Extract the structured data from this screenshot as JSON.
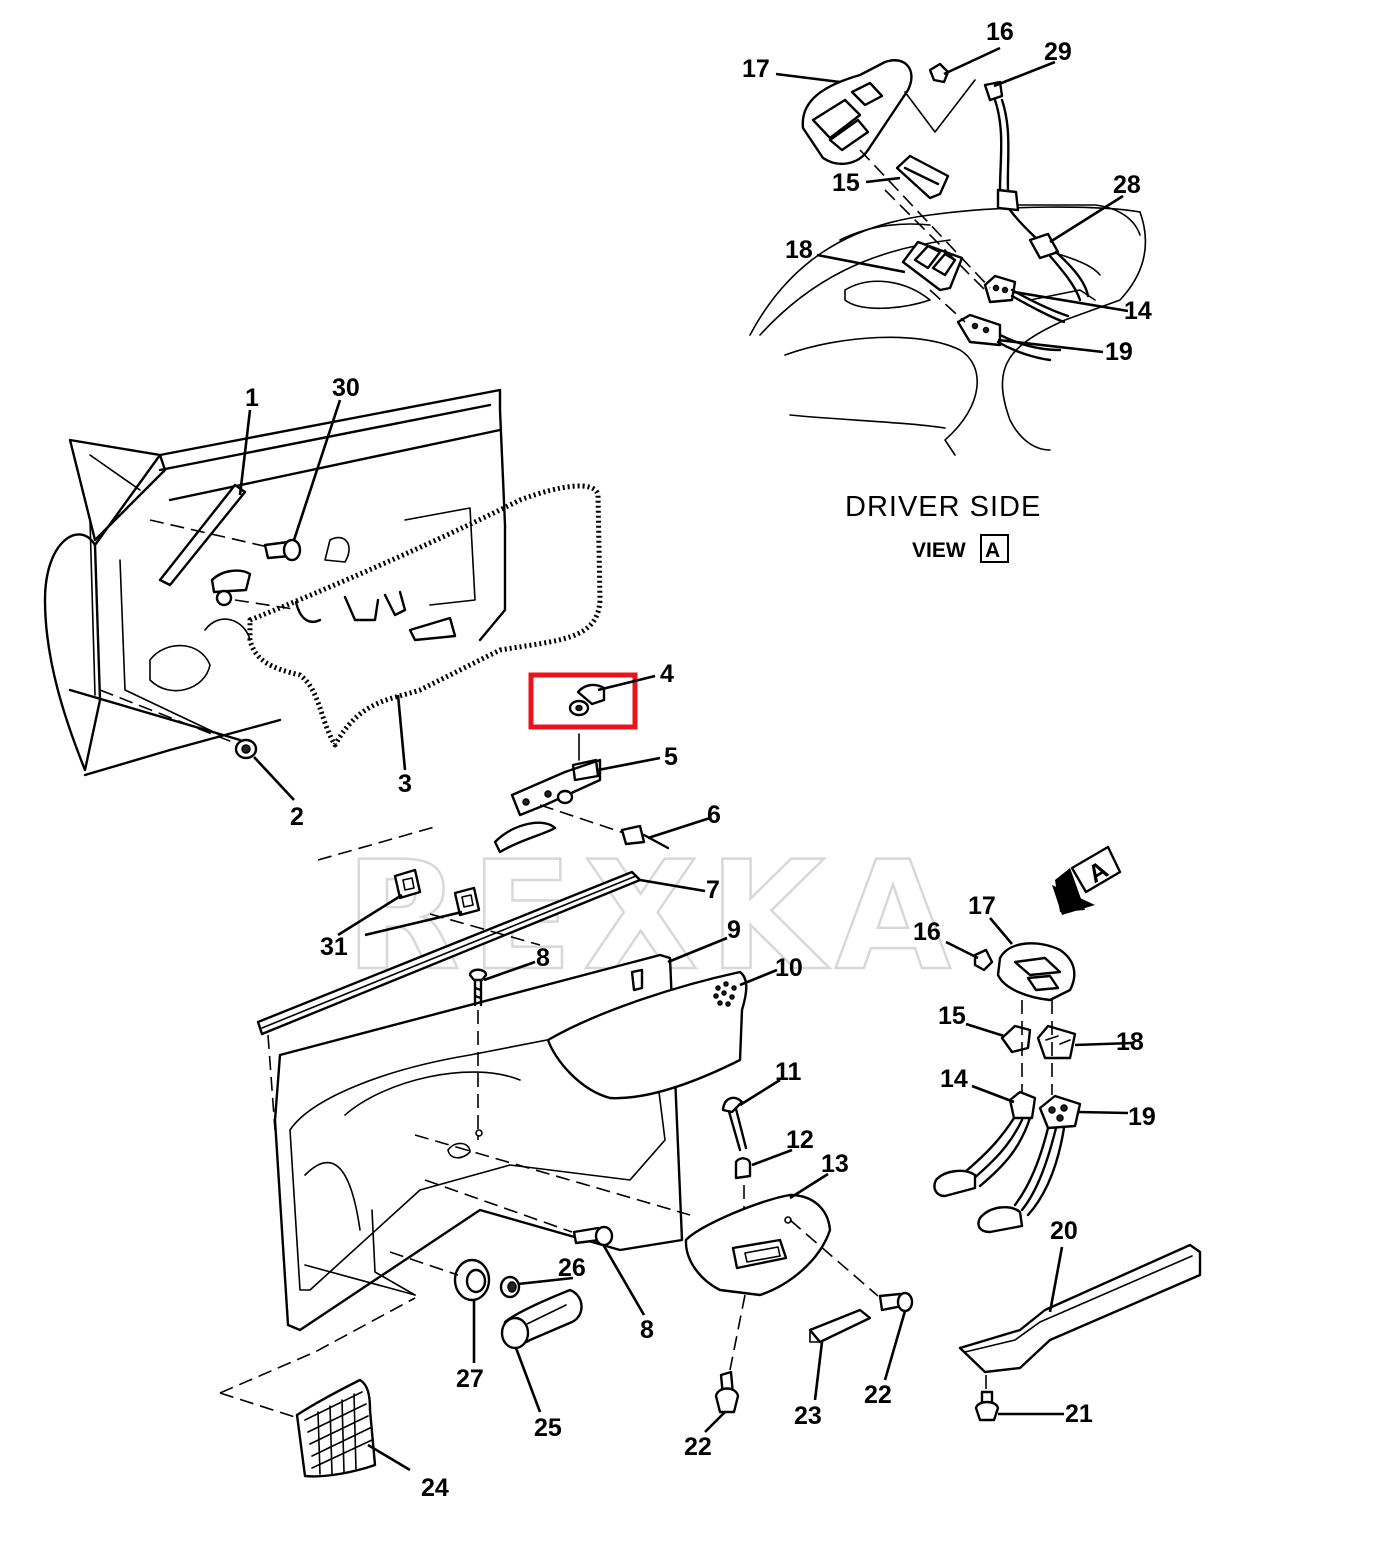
{
  "view": {
    "side_label": "DRIVER  SIDE",
    "view_word": "VIEW",
    "view_letter": "A"
  },
  "arrow_letter": "A",
  "watermark": "REXKA",
  "highlight_color": "#e8141c",
  "callouts": {
    "c1": "1",
    "c2": "2",
    "c3": "3",
    "c4": "4",
    "c5": "5",
    "c6": "6",
    "c7": "7",
    "c8a": "8",
    "c8b": "8",
    "c9": "9",
    "c10": "10",
    "c11": "11",
    "c12": "12",
    "c13": "13",
    "c14a": "14",
    "c14b": "14",
    "c15a": "15",
    "c15b": "15",
    "c16a": "16",
    "c16b": "16",
    "c17a": "17",
    "c17b": "17",
    "c18a": "18",
    "c18b": "18",
    "c19a": "19",
    "c19b": "19",
    "c20": "20",
    "c21": "21",
    "c22a": "22",
    "c22b": "22",
    "c23": "23",
    "c24": "24",
    "c25": "25",
    "c26": "26",
    "c27": "27",
    "c28": "28",
    "c29": "29",
    "c30": "30",
    "c31": "31"
  }
}
